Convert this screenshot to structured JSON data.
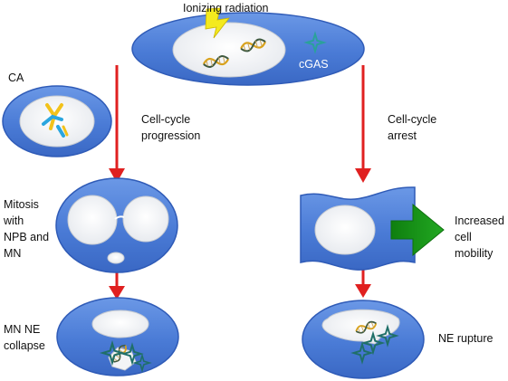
{
  "labels": {
    "ionizing_radiation": "Ionizing radiation",
    "cgas": "cGAS",
    "ca": "CA",
    "progression_1": "Cell-cycle",
    "progression_2": "progression",
    "arrest_1": "Cell-cycle",
    "arrest_2": "arrest",
    "mitosis_1": "Mitosis",
    "mitosis_2": "with",
    "mitosis_3": "NPB and",
    "mitosis_4": "MN",
    "mobility_1": "Increased",
    "mobility_2": "cell",
    "mobility_3": "mobility",
    "mn_ne_1": "MN NE",
    "mn_ne_2": "collapse",
    "ne_rupture": "NE rupture"
  },
  "icons": {
    "radiation": "lightning-bolt-icon",
    "dna": "dna-helix-icon",
    "cgas": "four-point-star-icon",
    "chromosome": "chromosome-icon"
  },
  "colors": {
    "cell_fill": "#4a7bd6",
    "cell_edge": "#2f5bb7",
    "nucleus_fill": "#f3f4f6",
    "arrow_red": "#e02020",
    "arrow_green": "#169a16",
    "lightning": "#f4ea1e",
    "dna_gold": "#d9a21b",
    "dna_dark": "#3f5a40",
    "star_teal": "#2aa19a"
  }
}
